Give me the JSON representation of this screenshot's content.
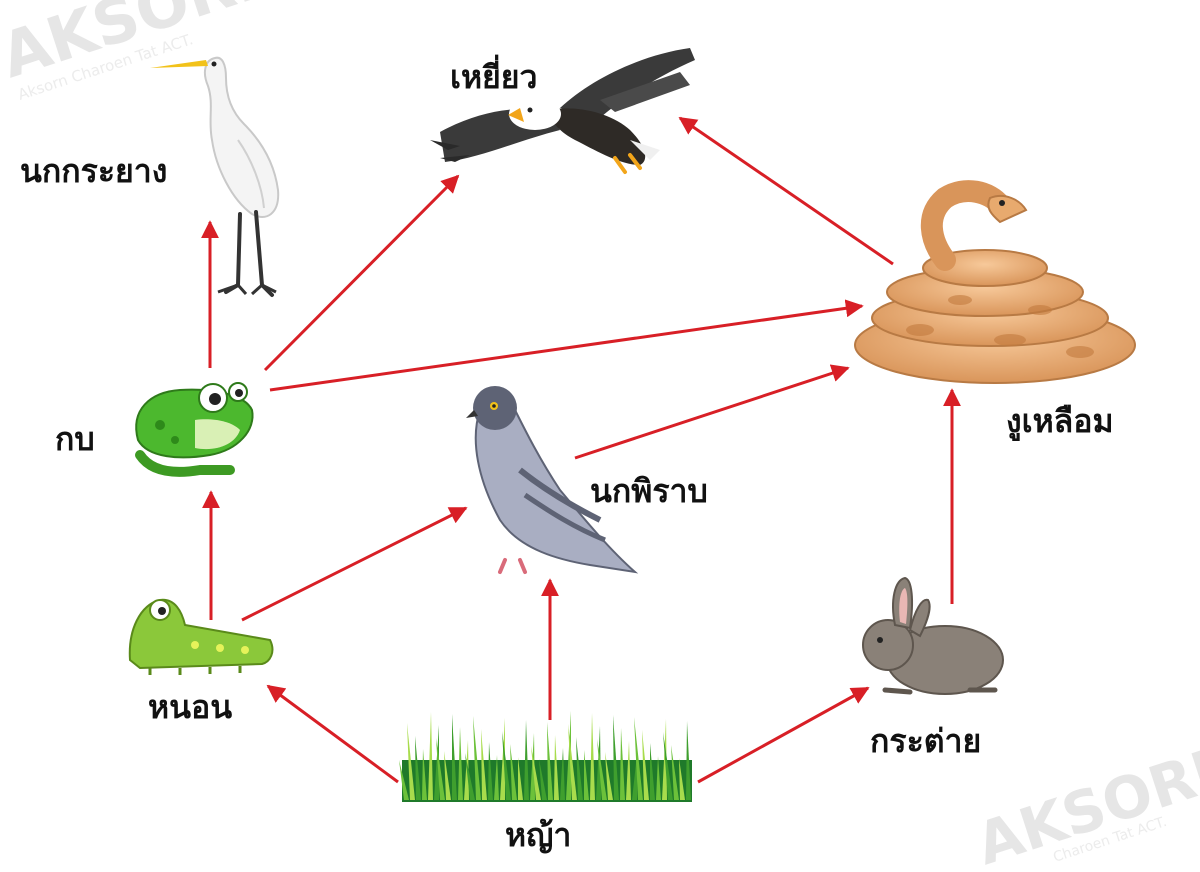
{
  "colors": {
    "arrow": "#d81f26",
    "text": "#111111"
  },
  "watermark": {
    "top_main": "AKSORN",
    "top_sub": "Aksorn Charoen Tat ACT.",
    "bottom_main": "AKSORN",
    "bottom_sub": "Charoen Tat ACT."
  },
  "organisms": {
    "egret": {
      "label": "นกกระยาง",
      "icon": "egret-icon"
    },
    "eagle": {
      "label": "เหยี่ยว",
      "icon": "eagle-icon"
    },
    "python": {
      "label": "งูเหลือม",
      "icon": "python-icon"
    },
    "frog": {
      "label": "กบ",
      "icon": "frog-icon"
    },
    "pigeon": {
      "label": "นกพิราบ",
      "icon": "pigeon-icon"
    },
    "caterpillar": {
      "label": "หนอน",
      "icon": "caterpillar-icon"
    },
    "rabbit": {
      "label": "กระต่าย",
      "icon": "rabbit-icon"
    },
    "grass": {
      "label": "หญ้า",
      "icon": "grass-icon"
    }
  },
  "edges": [
    {
      "from": "grass",
      "to": "caterpillar"
    },
    {
      "from": "grass",
      "to": "pigeon"
    },
    {
      "from": "grass",
      "to": "rabbit"
    },
    {
      "from": "caterpillar",
      "to": "frog"
    },
    {
      "from": "caterpillar",
      "to": "pigeon"
    },
    {
      "from": "frog",
      "to": "egret"
    },
    {
      "from": "frog",
      "to": "eagle"
    },
    {
      "from": "frog",
      "to": "python"
    },
    {
      "from": "pigeon",
      "to": "python"
    },
    {
      "from": "rabbit",
      "to": "python"
    },
    {
      "from": "python",
      "to": "eagle"
    }
  ]
}
